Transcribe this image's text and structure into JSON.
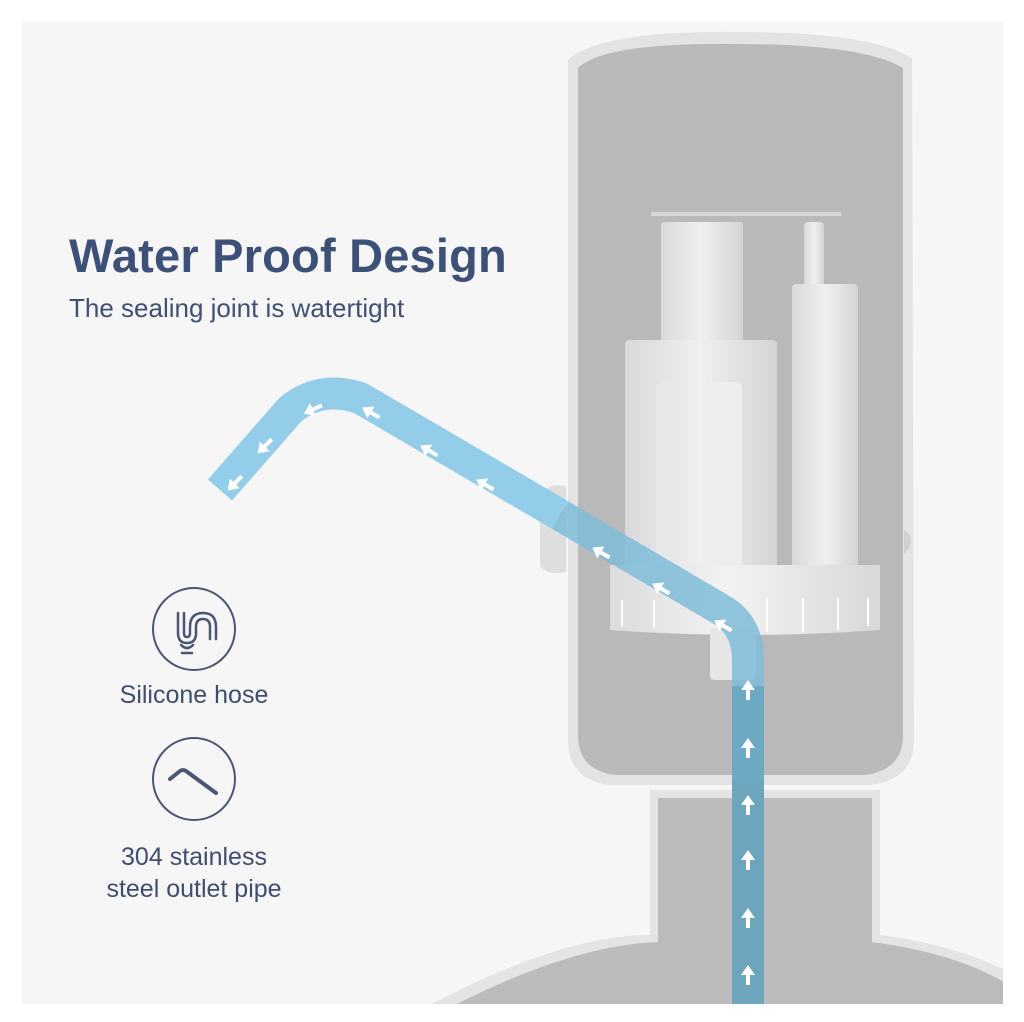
{
  "header": {
    "title": "Water Proof Design",
    "subtitle": "The sealing joint is watertight"
  },
  "features": [
    {
      "icon": "silicone-hose-icon",
      "label": "Silicone hose"
    },
    {
      "icon": "outlet-pipe-icon",
      "label_line1": "304 stainless",
      "label_line2": "steel outlet pipe"
    }
  ],
  "colors": {
    "background": "#f6f6f6",
    "text_primary": "#3c5078",
    "pump_body": "#b9b9b9",
    "pump_outline": "#e2e2e2",
    "water_flow": "#8ecbe8",
    "water_flow_inside": "#6aa7c2"
  },
  "illustration": {
    "subject": "water dispenser pump cross-section",
    "flow_direction": "up-through-tube-then-out-spout"
  }
}
